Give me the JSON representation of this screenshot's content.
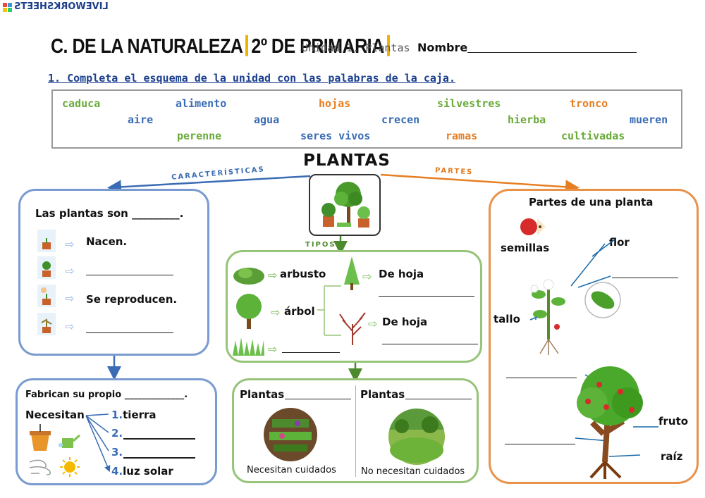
{
  "header": {
    "logo": "LIVEWORKSHEETS",
    "subject_part1": "C. DE LA NATURALEZA",
    "subject_part2": "2º DE PRIMARIA",
    "unit": "Unidad 1. Plantas",
    "name_label": "Nombre"
  },
  "instruction": "1. Completa el esquema de la unidad con las palabras de la caja.",
  "word_bank": [
    {
      "text": "caduca",
      "color": "green"
    },
    {
      "text": "alimento",
      "color": "blue"
    },
    {
      "text": "hojas",
      "color": "orange"
    },
    {
      "text": "silvestres",
      "color": "green"
    },
    {
      "text": "tronco",
      "color": "orange"
    },
    {
      "text": "aire",
      "color": "blue"
    },
    {
      "text": "agua",
      "color": "blue"
    },
    {
      "text": "crecen",
      "color": "blue"
    },
    {
      "text": "hierba",
      "color": "green"
    },
    {
      "text": "mueren",
      "color": "blue"
    },
    {
      "text": "perenne",
      "color": "green"
    },
    {
      "text": "seres vivos",
      "color": "blue"
    },
    {
      "text": "ramas",
      "color": "orange"
    },
    {
      "text": "cultivadas",
      "color": "green"
    }
  ],
  "title": "PLANTAS",
  "labels": {
    "caracteristicas": "CARACTERÍSTICAS",
    "partes": "PARTES",
    "tipos": "TIPOS"
  },
  "characteristics": {
    "heading": "Las plantas son _________.",
    "items": [
      "Nacen.",
      "",
      "Se reproducen.",
      ""
    ]
  },
  "types": {
    "shrub": "arbusto",
    "tree": "árbol",
    "leaf_a": "De hoja",
    "leaf_b": "De hoja"
  },
  "food": {
    "heading": "Fabrican su propio _____________.",
    "needs": "Necesitan",
    "list": [
      {
        "num": "1.",
        "text": "tierra"
      },
      {
        "num": "2.",
        "text": ""
      },
      {
        "num": "3.",
        "text": ""
      },
      {
        "num": "4.",
        "text": "luz solar"
      }
    ]
  },
  "kinds": {
    "left_title": "Plantas",
    "left_caption": "Necesitan cuidados",
    "right_title": "Plantas",
    "right_caption": "No necesitan cuidados"
  },
  "parts": {
    "heading": "Partes de una planta",
    "semillas": "semillas",
    "flor": "flor",
    "tallo": "tallo",
    "fruto": "fruto",
    "raiz": "raíz"
  }
}
